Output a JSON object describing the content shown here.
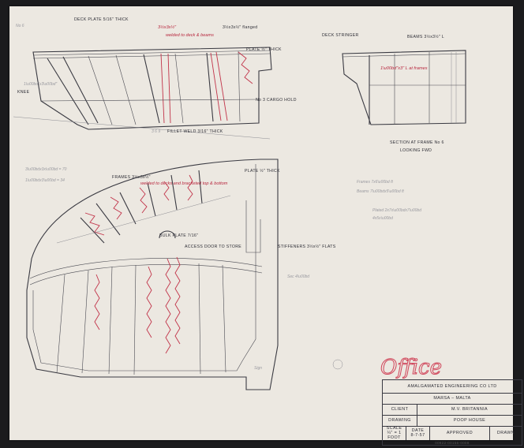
{
  "labels": {
    "deck_plate_top": "DECK PLATE 5/16\" THICK",
    "hatch_angle": "3½x3x½″",
    "red_note_top": "welded to deck & beams",
    "frames_top": "3½x3x½\" flanged",
    "deck_stringer": "DECK STRINGER",
    "beams": "BEAMS 3½x3½″ L",
    "plate_thick": "PLATE ½\" THICK",
    "cargo_hold": "No 3 CARGO HOLD",
    "section_title": "SECTION AT FRAME No 6",
    "section_sub": "LOOKING FWD",
    "knee_left": "KNEE",
    "fillet": "FILLET WELD 3/16\" THICK",
    "plate_thick_plan": "PLATE ½\" THICK",
    "frames_plan": "FRAMES 3½x3x½\"",
    "red_note_plan": "welded to decks and bracketed top & bottom",
    "bulk_plate": "BULK PLATE 7/16\"",
    "access_door": "ACCESS DOOR TO STORE",
    "stiffeners": "STIFFENERS 3½x½″ FLATS",
    "office": "Office"
  },
  "title_block": {
    "company": "AMALGAMATED ENGINEERING CO LTD",
    "location": "MARSA – MALTA",
    "client_label": "CLIENT",
    "client_value": "M.V. BRITANNIA",
    "drawing_label": "DRAWING",
    "drawing_value": "POOP HOUSE",
    "scale_label": "SCALE",
    "scale_value": "¼\" = 1 FOOT",
    "date_label": "DATE",
    "date_value": "8-7-57",
    "approved_label": "APPROVED",
    "drawn_label": "DRAWN",
    "footer_number": "00922-00156-0008"
  },
  "colors": {
    "paper": "#ece8e1",
    "ink": "#3a3a42",
    "red_ink": "#c2344a",
    "background": "#1b1b1d"
  }
}
